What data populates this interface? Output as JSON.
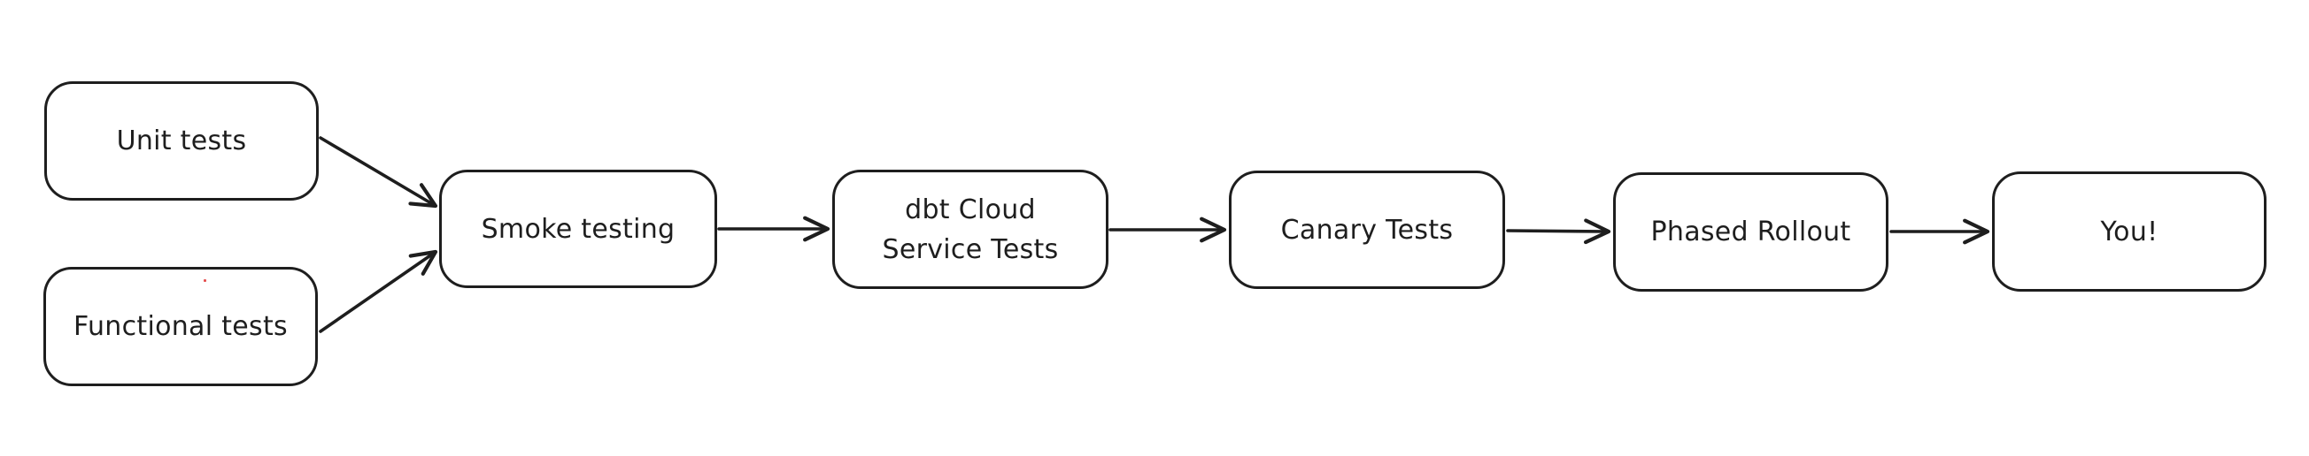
{
  "diagram": {
    "nodes": [
      {
        "id": "unit-tests",
        "label": "Unit tests"
      },
      {
        "id": "functional-tests",
        "label": "Functional tests"
      },
      {
        "id": "smoke-testing",
        "label": "Smoke testing"
      },
      {
        "id": "dbt-cloud-service-tests",
        "label": "dbt Cloud\nService Tests"
      },
      {
        "id": "canary-tests",
        "label": "Canary Tests"
      },
      {
        "id": "phased-rollout",
        "label": "Phased Rollout"
      },
      {
        "id": "you",
        "label": "You!"
      }
    ],
    "edges": [
      {
        "from": "unit-tests",
        "to": "smoke-testing"
      },
      {
        "from": "functional-tests",
        "to": "smoke-testing"
      },
      {
        "from": "smoke-testing",
        "to": "dbt-cloud-service-tests"
      },
      {
        "from": "dbt-cloud-service-tests",
        "to": "canary-tests"
      },
      {
        "from": "canary-tests",
        "to": "phased-rollout"
      },
      {
        "from": "phased-rollout",
        "to": "you"
      }
    ],
    "colors": {
      "stroke": "#1e1e1e",
      "background": "#ffffff",
      "artifact_dot": "#e03131"
    }
  }
}
